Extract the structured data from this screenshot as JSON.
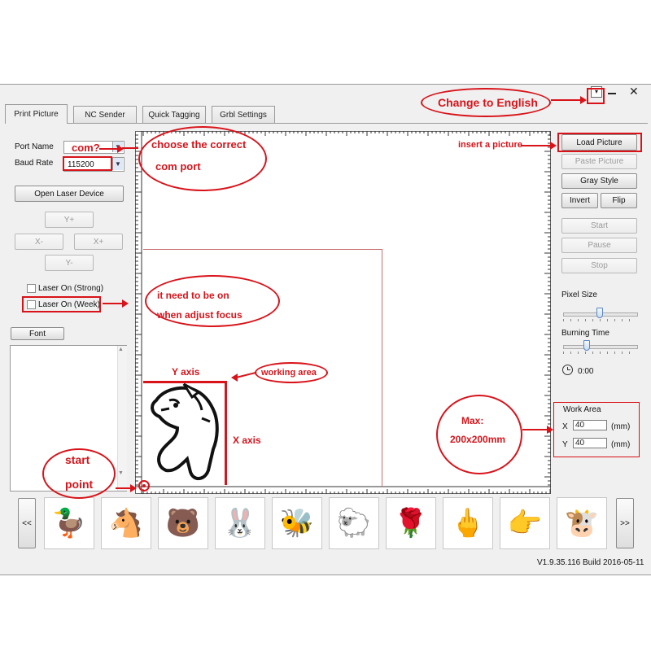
{
  "tabs": [
    "Print Picture",
    "NC Sender",
    "Quick Tagging",
    "Grbl Settings"
  ],
  "left_panel": {
    "port_name_label": "Port Name",
    "baud_rate_label": "Baud Rate",
    "baud_rate_value": "115200",
    "open_device_label": "Open Laser Device",
    "jog": {
      "y_plus": "Y+",
      "x_minus": "X-",
      "x_plus": "X+",
      "y_minus": "Y-"
    },
    "laser_strong_label": "Laser On (Strong)",
    "laser_week_label": "Laser On (Week)",
    "font_label": "Font"
  },
  "right_panel": {
    "load_picture": "Load Picture",
    "paste_picture": "Paste Picture",
    "gray_style": "Gray Style",
    "invert": "Invert",
    "flip": "Flip",
    "start": "Start",
    "pause": "Pause",
    "stop": "Stop",
    "pixel_size_label": "Pixel Size",
    "pixel_size_value": 0.5,
    "burning_time_label": "Burning Time",
    "burning_time_value": 0.3,
    "timer_value": "0:00",
    "work_area_title": "Work Area",
    "x_label": "X",
    "x_value": "40",
    "y_label": "Y",
    "y_value": "40",
    "unit": "(mm)"
  },
  "annotations": {
    "change_english": "Change to English",
    "com": "com?",
    "choose_port_1": "choose the correct",
    "choose_port_2": "com port",
    "insert_picture": "insert a picture",
    "need_on_1": "it need to be on",
    "need_on_2": "when adjust focus",
    "y_axis": "Y axis",
    "working_area": "working area",
    "x_axis": "X axis",
    "max_1": "Max:",
    "max_2": "200x200mm",
    "start_1": "start",
    "start_2": "point"
  },
  "footer": {
    "prev": "<<",
    "next": ">>",
    "version": "V1.9.35.116 Build 2016-05-11"
  },
  "thumbnails": [
    "🦆",
    "🐴",
    "🐻",
    "🐰",
    "🐝",
    "🐑",
    "🌹",
    "🖕",
    "👉",
    "🐮"
  ],
  "colors": {
    "annotation_red": "#d8131a",
    "accent_blue": "#3c7fd4"
  }
}
